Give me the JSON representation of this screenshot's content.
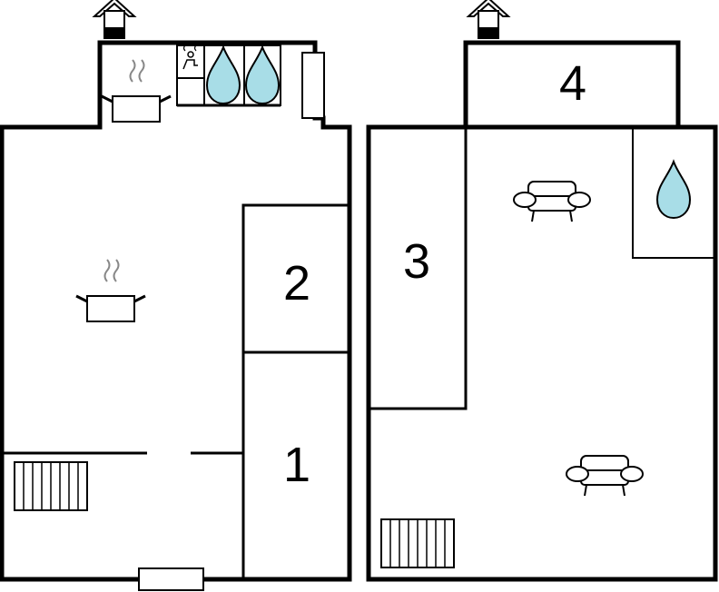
{
  "floorplan": {
    "rooms": [
      {
        "id": "room-1",
        "label": "1"
      },
      {
        "id": "room-2",
        "label": "2"
      },
      {
        "id": "room-3",
        "label": "3"
      },
      {
        "id": "room-4",
        "label": "4"
      }
    ],
    "icons": {
      "entrance": "house-entrance-icon",
      "cooking": "cooking-pot-icon",
      "sauna": "sauna-icon",
      "water": "water-drop-icon",
      "bed": "bed-icon",
      "sofa": "sofa-icon",
      "radiator": "radiator-icon",
      "window": "window-icon"
    },
    "colors": {
      "water": "#a8dde7",
      "wall": "#000000",
      "background": "#ffffff",
      "steam": "#888888"
    }
  }
}
